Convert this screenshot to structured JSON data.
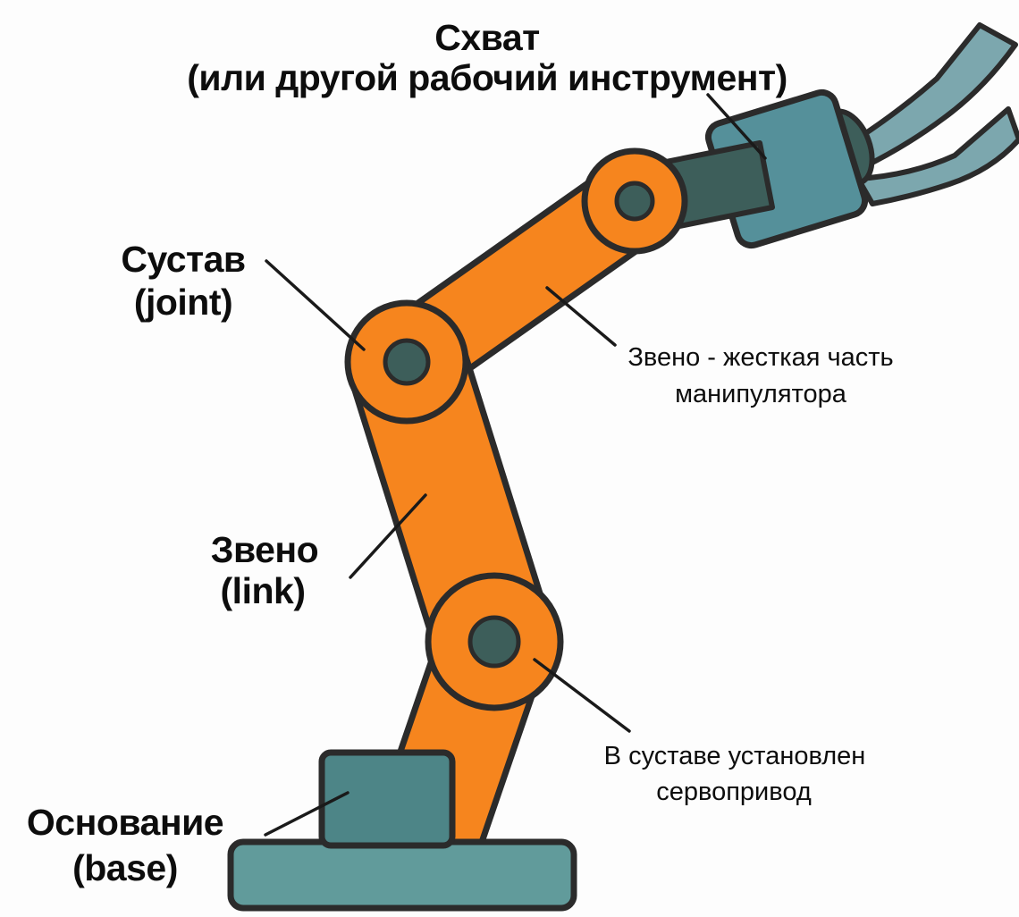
{
  "title": {
    "line1": "Схват",
    "line2": "(или другой рабочий инструмент)"
  },
  "labels": {
    "joint": {
      "line1": "Сустав",
      "line2": "(joint)"
    },
    "link_description": {
      "line1": "Звено - жесткая часть",
      "line2": "манипулятора"
    },
    "link": {
      "line1": "Звено",
      "line2": "(link)"
    },
    "servo": {
      "line1": "В суставе установлен",
      "line2": "сервопривод"
    },
    "base": {
      "line1": "Основание",
      "line2": "(base)"
    }
  },
  "colors": {
    "orange": "#F6851E",
    "teal_base": "#619B9B",
    "teal_box": "#4D8587",
    "teal_gripper": "#55909A",
    "teal_claw": "#7CA7AE",
    "teal_dark": "#3D5E5A",
    "outline": "#2B2B2B",
    "line": "#1A1A1A",
    "text": "#0D0D0D",
    "background": "#FDFDFD"
  }
}
